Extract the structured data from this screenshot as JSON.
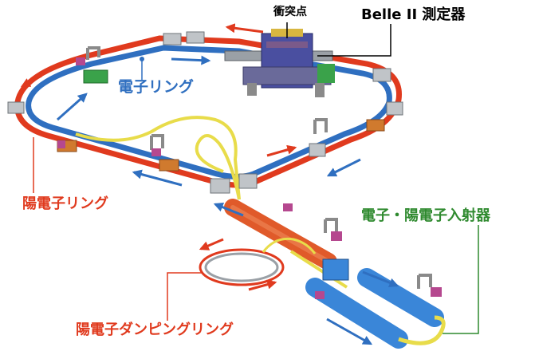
{
  "labels": {
    "collision_point": "衝突点",
    "belle_detector": "Belle II 測定器",
    "electron_ring": "電子リング",
    "positron_ring": "陽電子リング",
    "injector": "電子・陽電子入射器",
    "damping_ring": "陽電子ダンピングリング"
  },
  "colors": {
    "electron": "#2f6fc0",
    "positron": "#e03a1e",
    "injector_callout": "#2f8a2f",
    "linac_electron": "#3a86d8",
    "linac_positron": "#e05a2a",
    "transfer_line": "#e8dc4a",
    "quadrupole": "#c0c4c8",
    "stand": "#8a8a8a",
    "magnet_block": "#b5488f"
  }
}
